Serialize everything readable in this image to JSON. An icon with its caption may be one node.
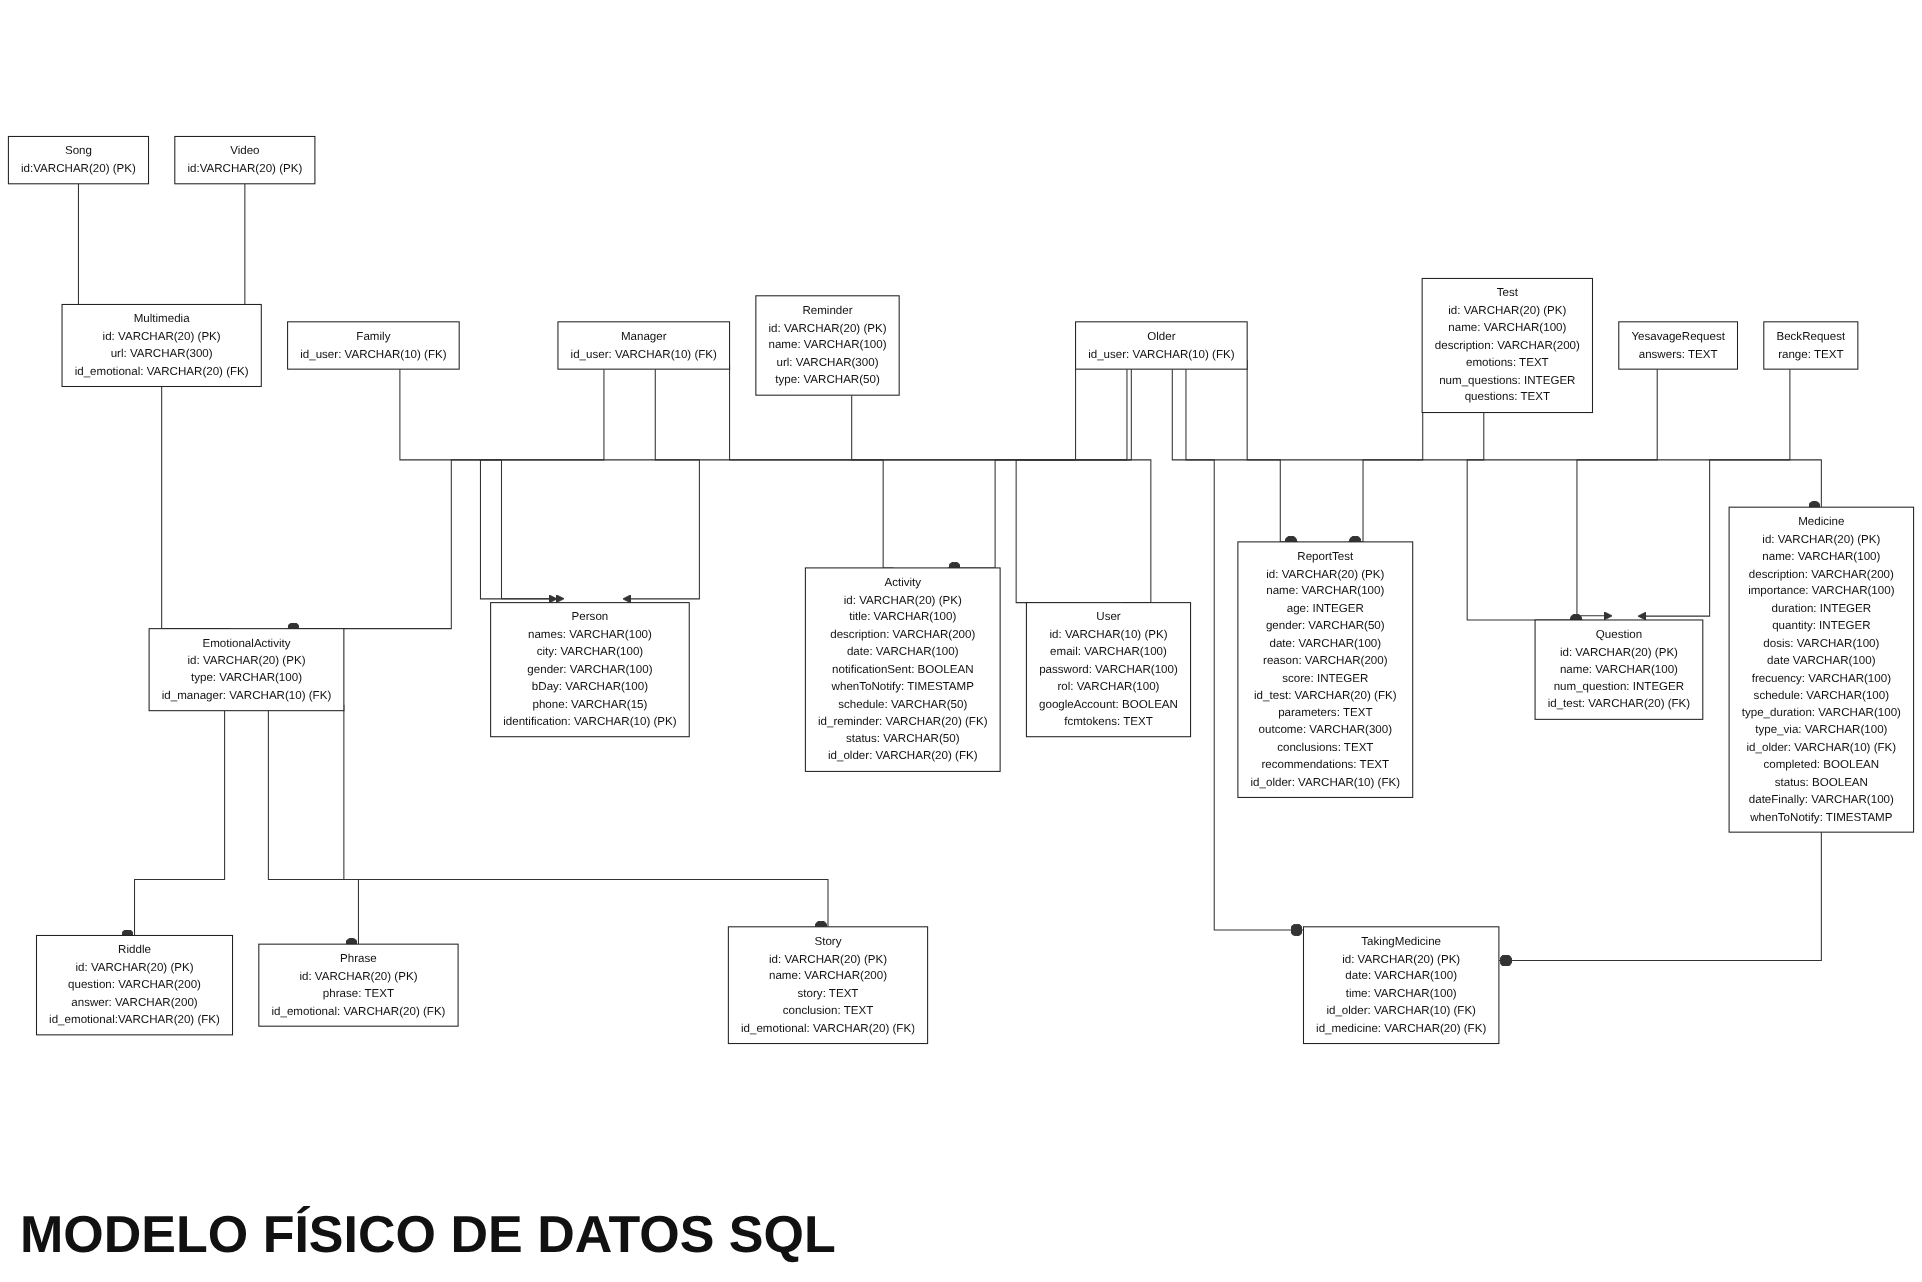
{
  "diagram": {
    "title": "MODELO FÍSICO DE DATOS SQL",
    "nodes": [
      {
        "text": [
          "Song",
          "id:VARCHAR(20) (PK)"
        ]
      },
      {
        "text": [
          "Video",
          "id:VARCHAR(20) (PK)"
        ]
      },
      {
        "text": [
          "Riddle",
          "id: VARCHAR(20) (PK)",
          "question: VARCHAR(200)",
          "answer: VARCHAR(200)",
          "id_emotional:VARCHAR(20) (FK)"
        ]
      },
      {
        "text": [
          "Phrase",
          "id: VARCHAR(20) (PK)",
          "phrase: TEXT",
          "id_emotional: VARCHAR(20) (FK)"
        ]
      },
      {
        "text": [
          "Story",
          "id: VARCHAR(20) (PK)",
          "name: VARCHAR(200)",
          "story: TEXT",
          "conclusion: TEXT",
          "id_emotional: VARCHAR(20) (FK)"
        ]
      },
      {
        "text": [
          "Multimedia",
          "id: VARCHAR(20) (PK)",
          "url: VARCHAR(300)",
          "id_emotional: VARCHAR(20) (FK)"
        ]
      },
      {
        "text": [
          "EmotionalActivity",
          "id: VARCHAR(20) (PK)",
          "type: VARCHAR(100)",
          "id_manager: VARCHAR(10) (FK)"
        ]
      },
      {
        "text": [
          "Person",
          "names: VARCHAR(100)",
          "city: VARCHAR(100)",
          "gender: VARCHAR(100)",
          "bDay: VARCHAR(100)",
          "phone: VARCHAR(15)",
          "identification: VARCHAR(10) (PK)"
        ]
      },
      {
        "text": [
          "Reminder",
          "id: VARCHAR(20) (PK)",
          "name: VARCHAR(100)",
          "url: VARCHAR(300)",
          "type: VARCHAR(50)"
        ]
      },
      {
        "text": [
          "Activity",
          "id: VARCHAR(20) (PK)",
          "title: VARCHAR(100)",
          "description: VARCHAR(200)",
          "date: VARCHAR(100)",
          "notificationSent: BOOLEAN",
          "whenToNotify: TIMESTAMP",
          "schedule: VARCHAR(50)",
          "id_reminder: VARCHAR(20) (FK)",
          "status: VARCHAR(50)",
          "id_older: VARCHAR(20) (FK)"
        ]
      },
      {
        "text": [
          "Older",
          "id_user: VARCHAR(10) (FK)"
        ]
      },
      {
        "text": [
          "Family",
          "id_user: VARCHAR(10) (FK)"
        ]
      },
      {
        "text": [
          "Manager",
          "id_user: VARCHAR(10) (FK)"
        ]
      },
      {
        "text": [
          "User",
          "id: VARCHAR(10) (PK)",
          "email: VARCHAR(100)",
          "password: VARCHAR(100)",
          "rol: VARCHAR(100)",
          "googleAccount: BOOLEAN",
          "fcmtokens: TEXT"
        ]
      },
      {
        "text": [
          "TakingMedicine",
          "id: VARCHAR(20) (PK)",
          "date: VARCHAR(100)",
          "time: VARCHAR(100)",
          "id_older: VARCHAR(10) (FK)",
          "id_medicine: VARCHAR(20) (FK)"
        ]
      },
      {
        "text": [
          "Medicine",
          "id: VARCHAR(20) (PK)",
          "name: VARCHAR(100)",
          "description: VARCHAR(200)",
          "importance: VARCHAR(100)",
          "duration: INTEGER",
          "quantity: INTEGER",
          "dosis: VARCHAR(100)",
          "date VARCHAR(100)",
          "frecuency: VARCHAR(100)",
          "schedule: VARCHAR(100)",
          "type_duration: VARCHAR(100)",
          "type_via: VARCHAR(100)",
          "id_older: VARCHAR(10) (FK)",
          "completed: BOOLEAN",
          "status: BOOLEAN",
          "dateFinally: VARCHAR(100)",
          "whenToNotify: TIMESTAMP"
        ]
      },
      {
        "text": [
          "Test",
          "id: VARCHAR(20) (PK)",
          "name: VARCHAR(100)",
          "description: VARCHAR(200)",
          "emotions: TEXT",
          "num_questions: INTEGER",
          "questions: TEXT"
        ]
      },
      {
        "text": [
          "ReportTest",
          "id: VARCHAR(20) (PK)",
          "name: VARCHAR(100)",
          "age: INTEGER",
          "gender: VARCHAR(50)",
          "date: VARCHAR(100)",
          "reason: VARCHAR(200)",
          "score: INTEGER",
          "id_test: VARCHAR(20) (FK)",
          "parameters: TEXT",
          "outcome: VARCHAR(300)",
          "conclusions: TEXT",
          "recommendations: TEXT",
          "id_older: VARCHAR(10) (FK)"
        ]
      },
      {
        "text": [
          "Question",
          "id: VARCHAR(20) (PK)",
          "name: VARCHAR(100)",
          "num_question: INTEGER",
          "id_test: VARCHAR(20) (FK)"
        ]
      },
      {
        "text": [
          "YesavageRequest",
          "answers: TEXT"
        ]
      },
      {
        "text": [
          "BeckRequest",
          "range: TEXT"
        ]
      }
    ],
    "edges": [
      {
        "from": 0,
        "to": 5,
        "arrow": "none"
      },
      {
        "from": 1,
        "to": 5,
        "arrow": "none"
      },
      {
        "from": 6,
        "to": 2,
        "arrow": "other"
      },
      {
        "from": 6,
        "to": 3,
        "arrow": "other"
      },
      {
        "from": 6,
        "to": 4,
        "arrow": "other"
      },
      {
        "from": 5,
        "to": 6,
        "arrow": "none"
      },
      {
        "from": 12,
        "to": 6,
        "arrow": "other"
      },
      {
        "from": 10,
        "to": 7,
        "arrow": "to"
      },
      {
        "from": 11,
        "to": 7,
        "arrow": "to"
      },
      {
        "from": 12,
        "to": 7,
        "arrow": "to"
      },
      {
        "from": 8,
        "to": 9,
        "arrow": "none"
      },
      {
        "from": 10,
        "to": 9,
        "arrow": "other"
      },
      {
        "from": 10,
        "to": 14,
        "arrow": "other"
      },
      {
        "from": 15,
        "to": 14,
        "arrow": "other"
      },
      {
        "from": 10,
        "to": 15,
        "arrow": "other"
      },
      {
        "from": 10,
        "to": 13,
        "arrow": "none"
      },
      {
        "from": 12,
        "to": 13,
        "arrow": "none"
      },
      {
        "from": 10,
        "to": 17,
        "arrow": "other"
      },
      {
        "from": 16,
        "to": 17,
        "arrow": "other"
      },
      {
        "from": 16,
        "to": 18,
        "arrow": "other"
      },
      {
        "from": 19,
        "to": 18,
        "arrow": "to"
      },
      {
        "from": 20,
        "to": 18,
        "arrow": "to"
      }
    ]
  }
}
